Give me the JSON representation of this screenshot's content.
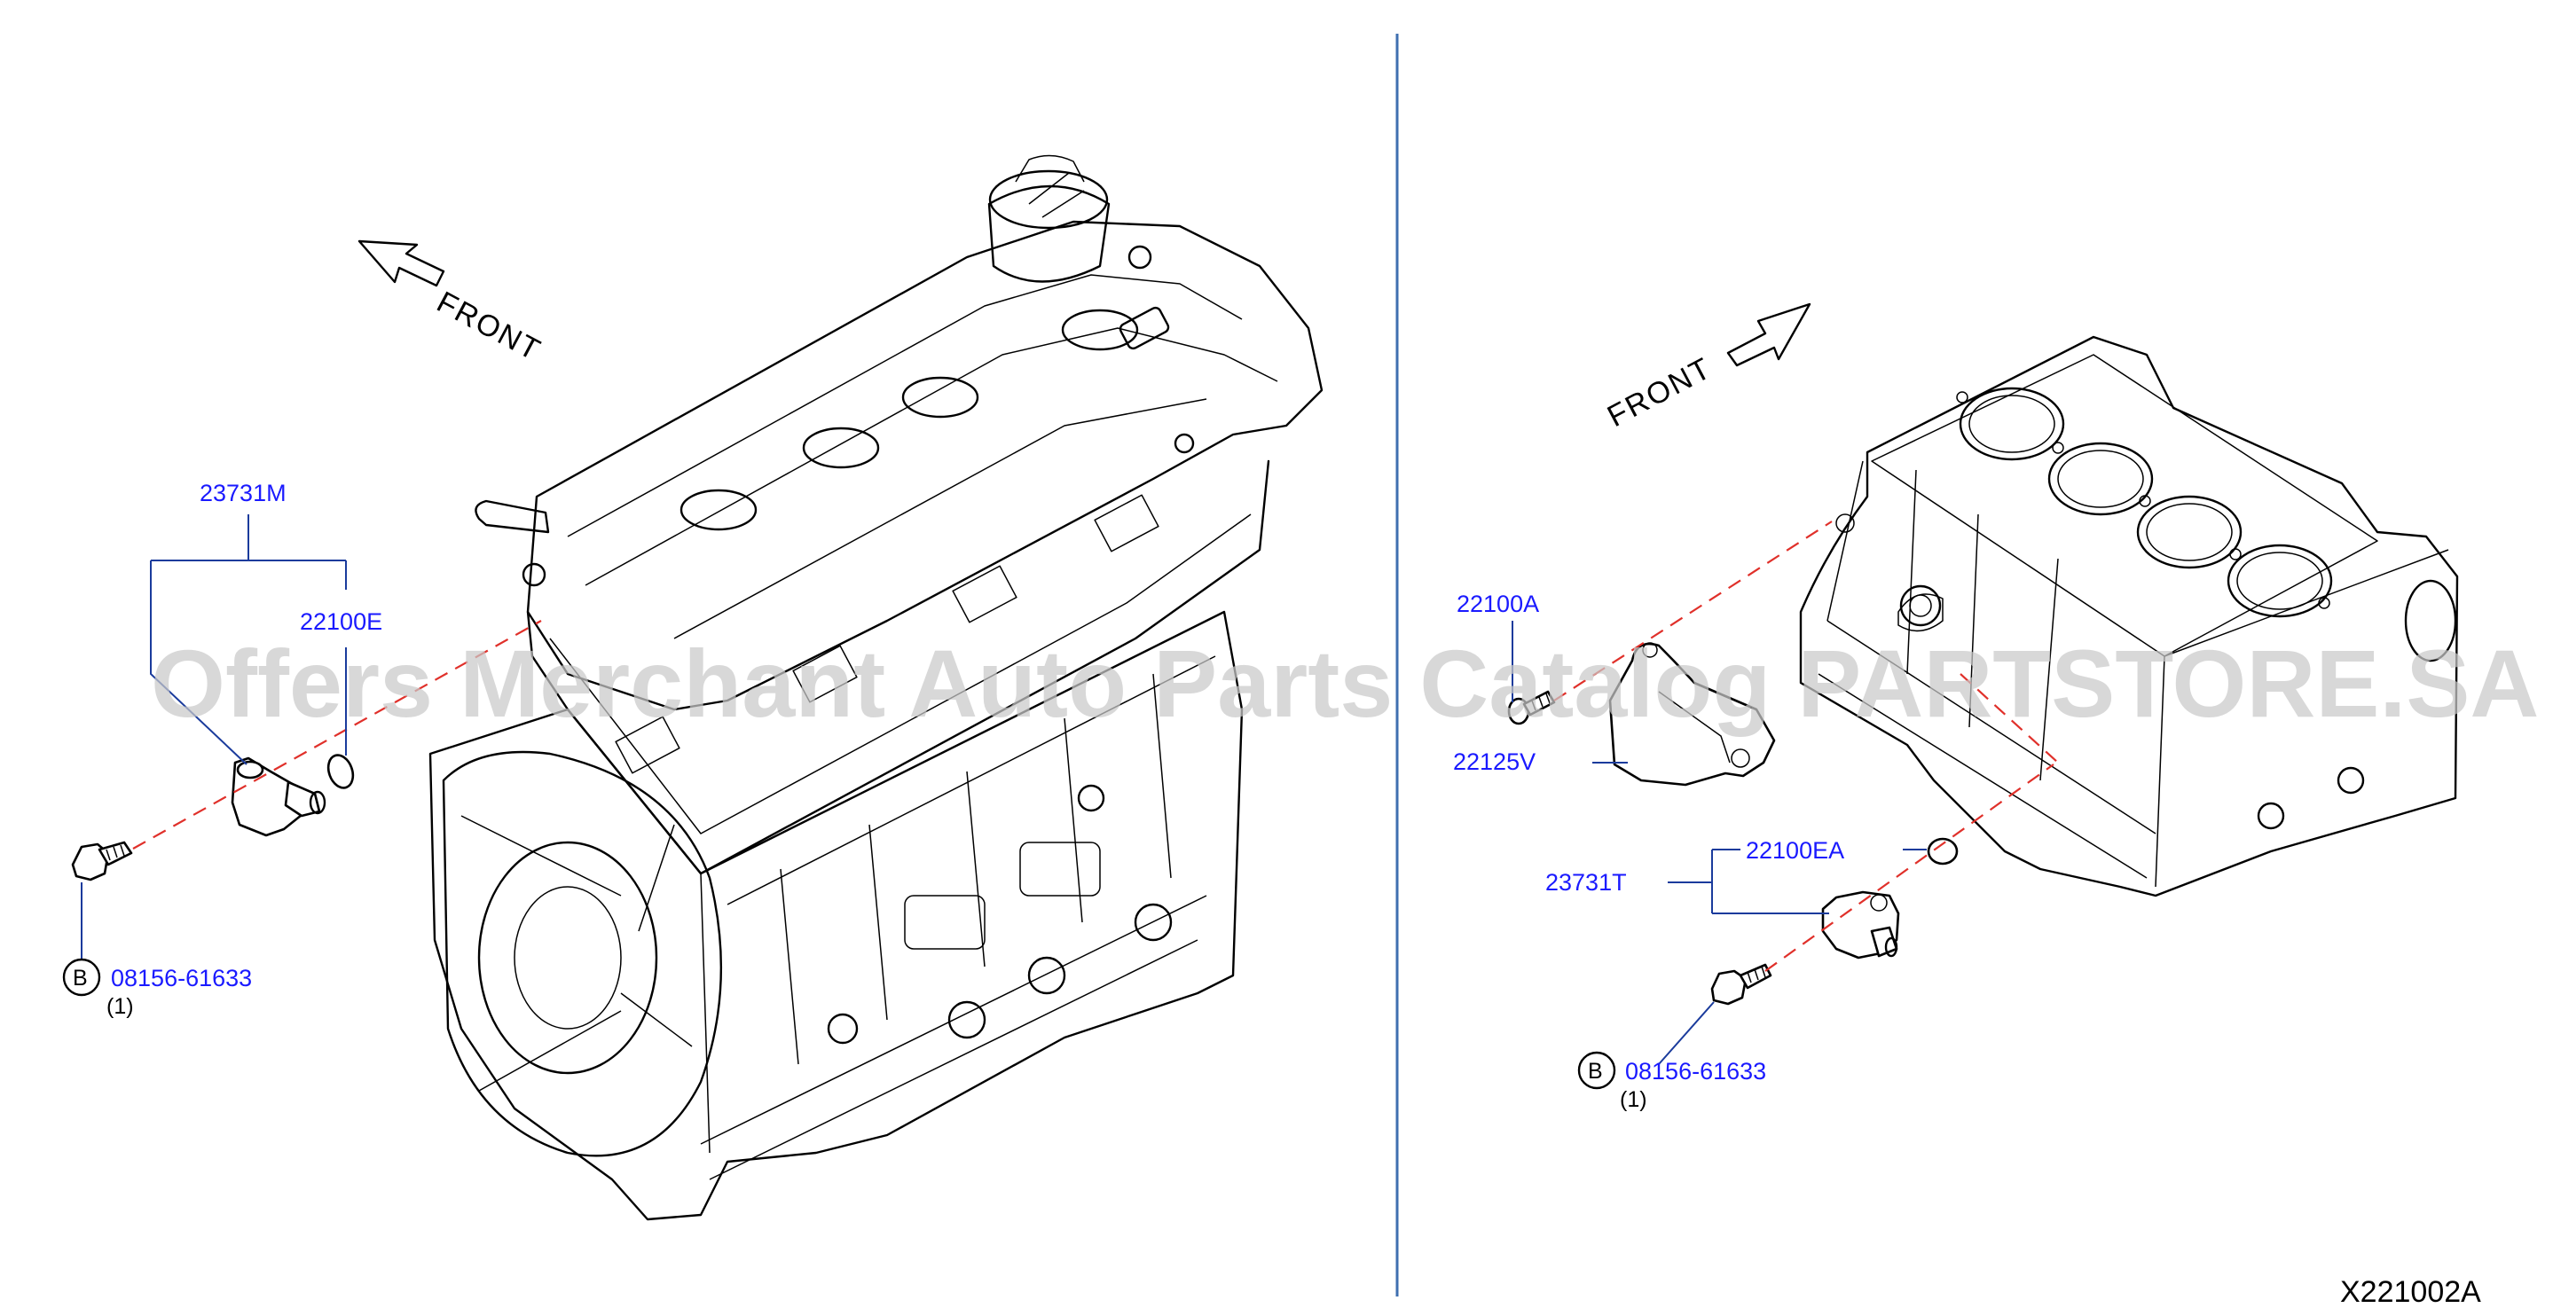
{
  "diagram": {
    "left_view": {
      "front_label": "FRONT",
      "callouts": {
        "sensor_part": "23731M",
        "oring_part": "22100E",
        "bolt_badge": "B",
        "bolt_part": "08156-61633",
        "bolt_qty": "(1)"
      }
    },
    "right_view": {
      "front_label": "FRONT",
      "callouts": {
        "bolt_part_a": "22100A",
        "bracket_part": "22125V",
        "oring_part": "22100EA",
        "sensor_part": "23731T",
        "bolt_badge": "B",
        "bolt_part": "08156-61633",
        "bolt_qty": "(1)"
      }
    },
    "watermark": "Offers Merchant Auto Parts Catalog PARTSTORE.SA",
    "reference_code": "X221002A",
    "colors": {
      "part_number": "#1a1aff",
      "leader_line": "#1a3b9c",
      "divider": "#3f6fb0",
      "dashed_axis": "#e0302a",
      "watermark": "#c9c9c9"
    }
  }
}
